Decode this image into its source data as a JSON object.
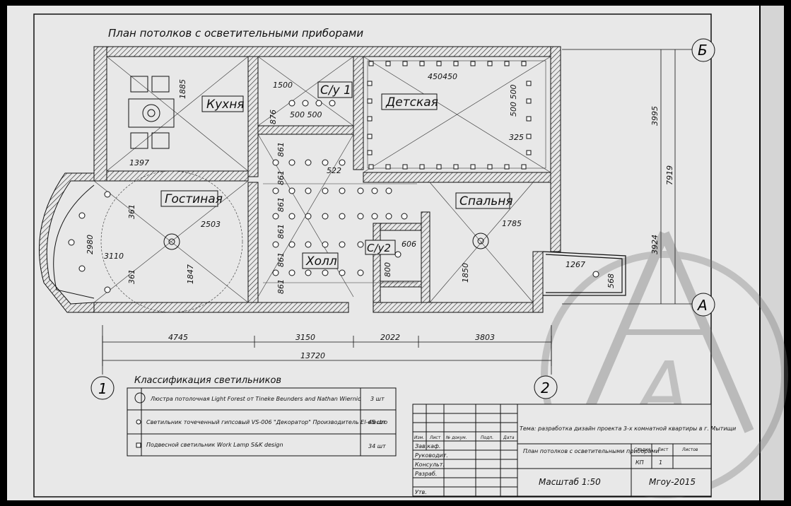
{
  "drawing": {
    "title": "План потолков с осветительными приборами",
    "rooms": {
      "kitchen": "Кухня",
      "wc1": "С/у 1",
      "kids": "Детская",
      "living": "Гостиная",
      "bedroom": "Спальня",
      "hall": "Холл",
      "wc2": "С/у2"
    },
    "axes": {
      "b": "Б",
      "a": "А",
      "one": "1",
      "two": "2"
    },
    "dimensions": {
      "kitchen_h": "1885",
      "kitchen_w": "1397",
      "wc1_w": "1500",
      "wc1_h": "876",
      "wc1_spacing": "500 500",
      "kids_top": "450450",
      "kids_side": "500 500",
      "kids_325": "325",
      "hall_861": "861",
      "hall_522": "522",
      "living_2980": "2980",
      "living_3110": "3110",
      "living_361": "361",
      "living_2503": "2503",
      "living_1847": "1847",
      "wc2_606": "606",
      "wc2_800": "800",
      "bed_1785": "1785",
      "bed_1850": "1850",
      "balcony_1267": "1267",
      "balcony_568": "568",
      "right_3995": "3995",
      "right_7919": "7919",
      "right_3924": "3924",
      "bottom_4745": "4745",
      "bottom_3150": "3150",
      "bottom_2022": "2022",
      "bottom_3803": "3803",
      "bottom_total": "13720"
    }
  },
  "legend": {
    "heading": "Классификация светильников",
    "rows": [
      {
        "icon": "chandelier-icon",
        "text": "Люстра потолочная Light Forest от Tineke Beunders and Nathan Wiernic",
        "qty": "3 шт"
      },
      {
        "icon": "spotlight-icon",
        "text": "Светильник точеченный гипсовый VS-006 \"Декоратор\" Производитель El-electro",
        "qty": "45 шт"
      },
      {
        "icon": "square-lamp-icon",
        "text": "Подвесной светильник Work Lamp S&K design",
        "qty": "34 шт"
      }
    ]
  },
  "title_block": {
    "col_headers": [
      "Изм.",
      "Лист",
      "№ докум.",
      "Подп.",
      "Дата"
    ],
    "roles": [
      "Зав.каф.",
      "Руководит.",
      "Консульт.",
      "Разраб.",
      "",
      "Утв."
    ],
    "topic": "Тема: разработка дизайн проекта 3-х комнатной квартиры в г. Мытищи",
    "sheet_title": "План потолков с осветительными приборами",
    "stage_label": "Стадия",
    "sheet_label": "Лист",
    "sheets_label": "Листов",
    "stage": "КП",
    "sheet": "1",
    "scale": "Масштаб 1:50",
    "org": "Мгоу-2015"
  }
}
